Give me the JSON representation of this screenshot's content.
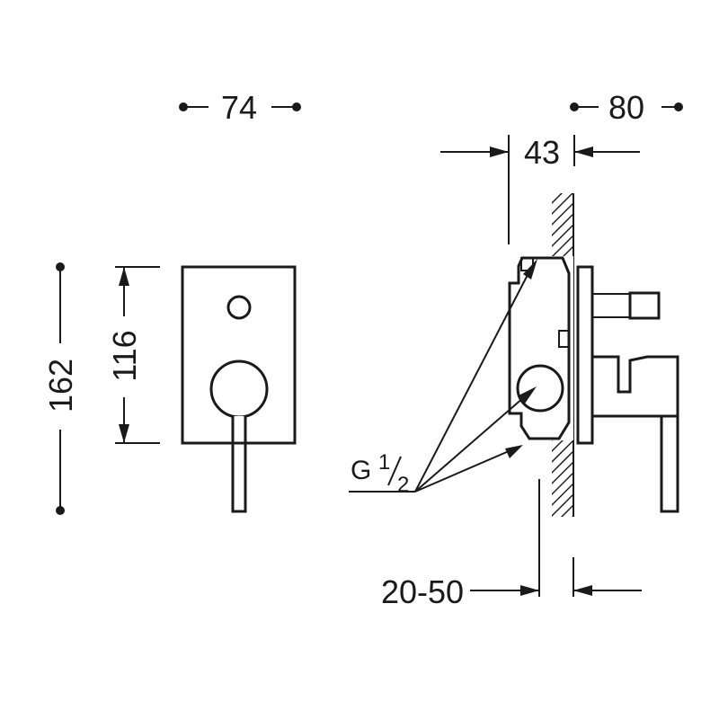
{
  "dimensions": {
    "front_width": "74",
    "total_depth": "80",
    "body_depth": "43",
    "total_height": "162",
    "plate_height": "116",
    "wall_range": "20-50"
  },
  "thread": {
    "letter": "G",
    "numerator": "1",
    "denominator": "2"
  }
}
